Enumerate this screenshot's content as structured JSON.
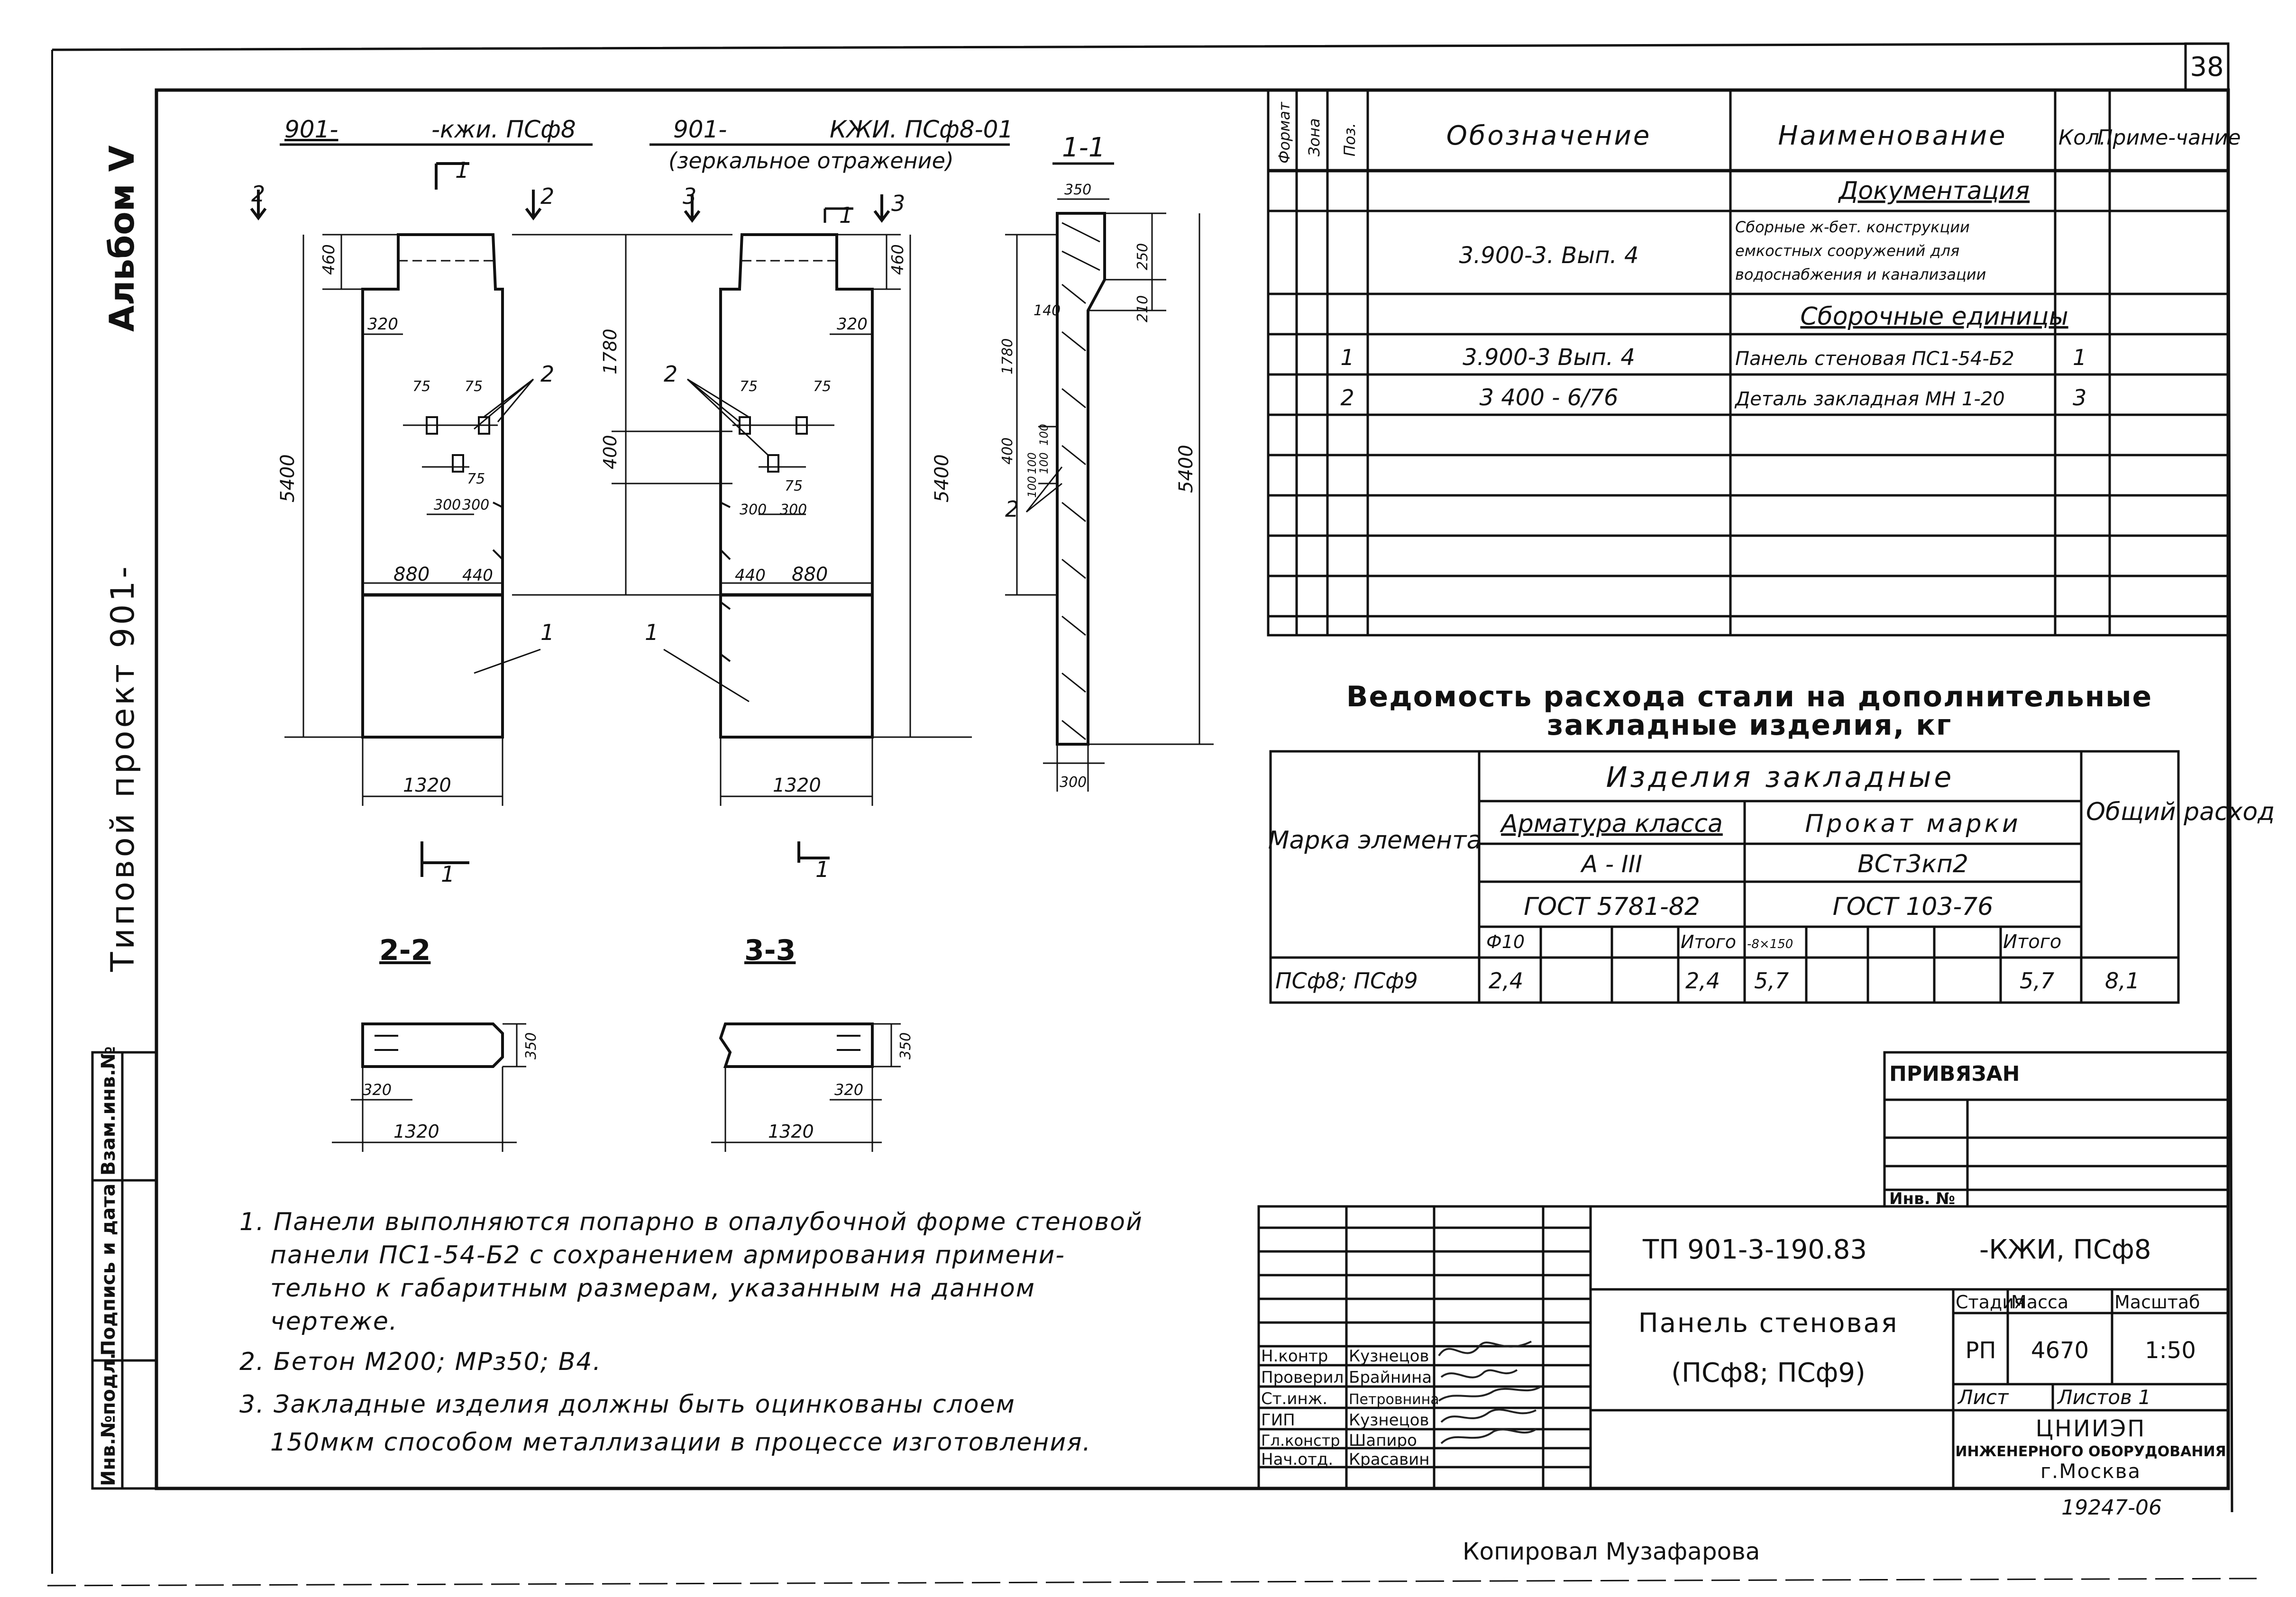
{
  "sheet": {
    "page_number": "38",
    "album_label": "Альбом V",
    "project_label": "Типовой проект 901-",
    "side_stamp": [
      "Инв.№подл.",
      "Подпись и дата",
      "Взам.инв.№"
    ],
    "copied_by": "Копировал Музафарова",
    "archive_number": "19247-06"
  },
  "drawings": {
    "title_left_a": "901-",
    "title_left_b": "-кжи. ПСф8",
    "title_right_a": "901-",
    "title_right_b": "КЖИ. ПСф8-01",
    "title_right_sub": "(зеркальное отражение)",
    "section_1_1": "1-1",
    "section_2_2": "2-2",
    "section_3_3": "3-3",
    "cut_labels": [
      "1",
      "1",
      "2",
      "2",
      "3",
      "3",
      "1",
      "1"
    ],
    "pos_labels": [
      "2",
      "2",
      "2",
      "1",
      "1"
    ],
    "dims": {
      "left_height": "5400",
      "left_top": "460",
      "left_320": "320",
      "left_75a": "75",
      "left_75b": "75",
      "left_75c": "75",
      "left_300a": "300",
      "left_300b": "300",
      "left_880": "880",
      "left_440": "440",
      "left_width": "1320",
      "mid_1780": "1780",
      "mid_400": "400",
      "right_top": "460",
      "right_320": "320",
      "right_75a": "75",
      "right_75b": "75",
      "right_75c": "75",
      "right_300a": "300",
      "right_300b": "300",
      "right_440": "440",
      "right_880": "880",
      "right_height": "5400",
      "right_width": "1320",
      "sec_350": "350",
      "sec_250": "250",
      "sec_210": "210",
      "sec_140": "140",
      "sec_1780": "1780",
      "sec_400": "400",
      "sec_100a": "100",
      "sec_100b": "100",
      "sec_100c": "100",
      "sec_100d": "100",
      "sec_5400": "5400",
      "sec_300": "300",
      "s22_350": "350",
      "s22_320": "320",
      "s22_1320": "1320",
      "s33_350": "350",
      "s33_320": "320",
      "s33_1320": "1320"
    }
  },
  "spec_table": {
    "headers": [
      "Формат",
      "Зона",
      "Поз.",
      "Обозначение",
      "Наименование",
      "Кол.",
      "Приме-чание"
    ],
    "section_documentation": "Документация",
    "doc_row": {
      "designation": "3.900-3. Вып. 4",
      "name": [
        "Сборные ж-бет. конструкции",
        "емкостных сооружений для",
        "водоснабжения и канализации"
      ]
    },
    "section_assembly": "Сборочные единицы",
    "rows": [
      {
        "pos": "1",
        "designation": "3.900-3 Вып. 4",
        "name": "Панель стеновая ПС1-54-Б2",
        "qty": "1"
      },
      {
        "pos": "2",
        "designation": "3 400 - 6/76",
        "name": "Деталь закладная МН 1-20",
        "qty": "3"
      }
    ]
  },
  "steel_table": {
    "title_line1": "Ведомость расхода стали на дополнительные",
    "title_line2": "закладные изделия, кг",
    "mark_header": "Марка элемента",
    "group_header": "Изделия   закладные",
    "rebar_header": "Арматура класса",
    "rebar_class": "А - III",
    "rebar_gost": "ГОСТ 5781-82",
    "rolled_header": "Прокат марки",
    "rolled_grade": "ВСт3кп2",
    "rolled_gost": "ГОСТ 103-76",
    "total_header": "Общий расход",
    "sub_d10": "Ф10",
    "sub_total": "Итого",
    "sub_strip": "-8×150",
    "sub_total2": "Итого",
    "row": {
      "mark": "ПСф8; ПСф9",
      "d10": "2,4",
      "rebar_total": "2,4",
      "strip": "5,7",
      "rolled_total": "5,7",
      "grand_total": "8,1"
    }
  },
  "bound_stamp": {
    "title": "ПРИВЯЗАН",
    "inv_no": "Инв. №"
  },
  "notes": [
    "1. Панели выполняются попарно в опалубочной форме стеновой",
    "панели ПС1-54-Б2 с сохранением армирования примени-",
    "тельно к габаритным размерам, указанным на данном",
    "чертеже.",
    "2. Бетон М200; МРз50; В4.",
    "3. Закладные изделия должны быть оцинкованы слоем",
    "150мкм способом металлизации в процессе изготовления."
  ],
  "title_block": {
    "doc_code": "ТП 901-3-190.83",
    "doc_suffix": "-КЖИ, ПСф8",
    "name_line1": "Панель стеновая",
    "name_line2": "(ПСф8; ПСф9)",
    "stage_label": "Стадия",
    "mass_label": "Масса",
    "scale_label": "Масштаб",
    "stage": "РП",
    "mass": "4670",
    "scale": "1:50",
    "sheet_label": "Лист",
    "sheets_label": "Листов 1",
    "org_line1": "ЦНИИЭП",
    "org_line2": "ИНЖЕНЕРНОГО ОБОРУДОВАНИЯ",
    "org_line3": "г.Москва",
    "signatures": [
      {
        "role": "Н.контр",
        "name": "Кузнецов"
      },
      {
        "role": "Проверил",
        "name": "Брайнина"
      },
      {
        "role": "Ст.инж.",
        "name": "Петровнина"
      },
      {
        "role": "ГИП",
        "name": "Кузнецов"
      },
      {
        "role": "Гл.констр",
        "name": "Шапиро"
      },
      {
        "role": "Нач.отд.",
        "name": "Красавин"
      }
    ]
  }
}
